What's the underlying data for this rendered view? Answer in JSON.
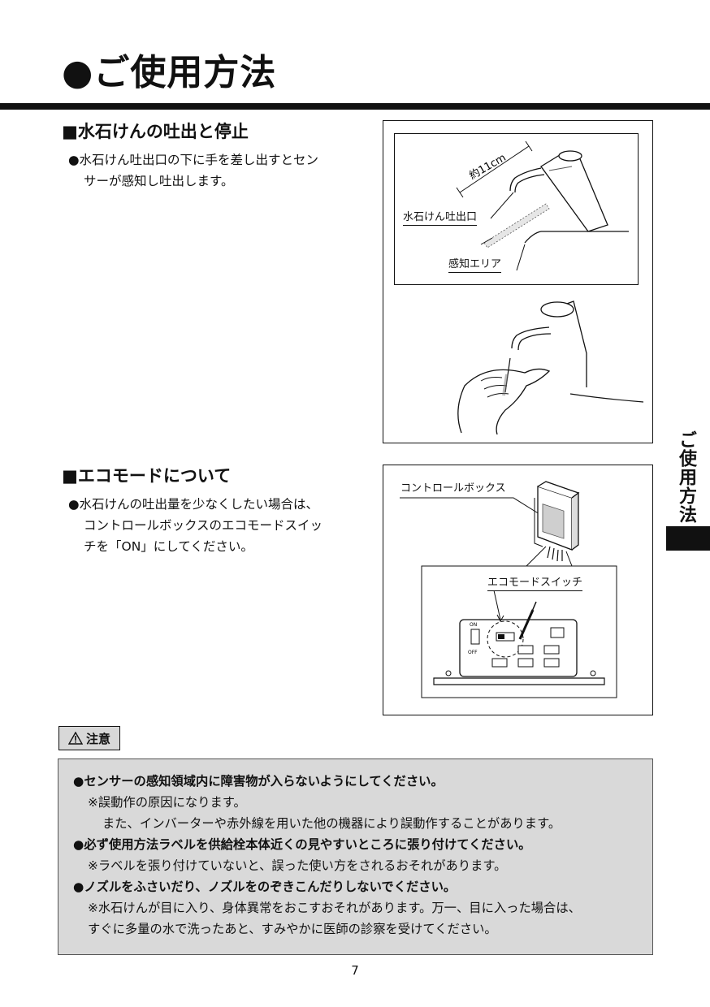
{
  "page": {
    "title": "●ご使用方法",
    "side_tab": "ご使用方法",
    "page_number": "7"
  },
  "sections": [
    {
      "heading": "■水石けんの吐出と停止",
      "lines": [
        "●水石けん吐出口の下に手を差し出すとセン",
        "サーが感知し吐出します。"
      ]
    },
    {
      "heading": "■エコモードについて",
      "lines": [
        "●水石けんの吐出量を少なくしたい場合は、",
        "コントロールボックスのエコモードスイッ",
        "チを「ON」にしてください。"
      ]
    }
  ],
  "figure1": {
    "dimension_label": "約11cm",
    "outlet_label": "水石けん吐出口",
    "area_label": "感知エリア"
  },
  "figure2": {
    "box_label": "コントロールボックス",
    "switch_label": "エコモードスイッチ",
    "switch_on": "ON",
    "switch_off": "OFF"
  },
  "caution": {
    "label": "注意",
    "items": [
      {
        "main": "●センサーの感知領域内に障害物が入らないようにしてください。",
        "notes": [
          "※誤動作の原因になります。",
          "また、インバーターや赤外線を用いた他の機器により誤動作することがあります。"
        ]
      },
      {
        "main": "●必ず使用方法ラベルを供給栓本体近くの見やすいところに張り付けてください。",
        "notes": [
          "※ラベルを張り付けていないと、誤った使い方をされるおそれがあります。"
        ]
      },
      {
        "main": "●ノズルをふさいだり、ノズルをのぞきこんだりしないでください。",
        "notes": [
          "※水石けんが目に入り、身体異常をおこすおそれがあります。万一、目に入った場合は、",
          "すぐに多量の水で洗ったあと、すみやかに医師の診察を受けてください。"
        ]
      }
    ]
  }
}
